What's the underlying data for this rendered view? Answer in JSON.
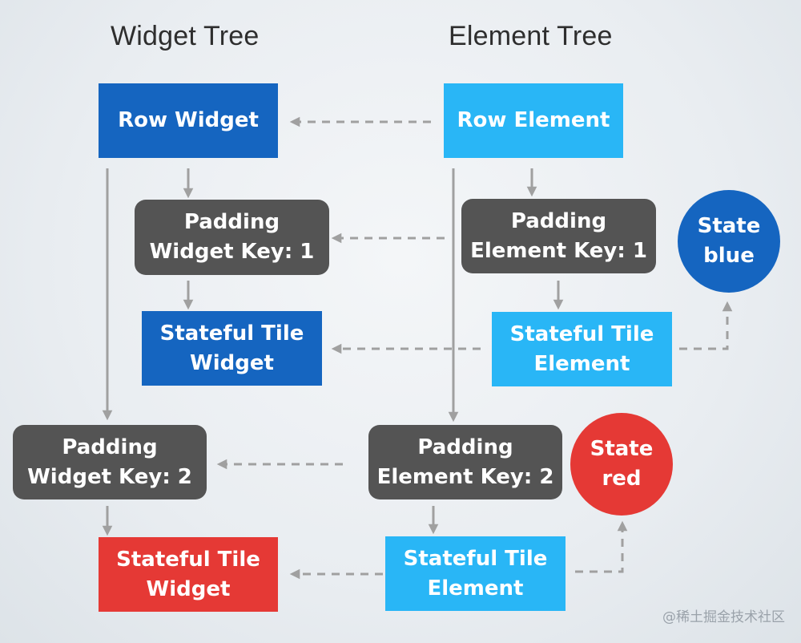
{
  "titles": {
    "widget_tree": "Widget Tree",
    "element_tree": "Element Tree"
  },
  "widgets": {
    "row": "Row Widget",
    "padding1": "Padding\nWidget Key: 1",
    "tile1": "Stateful Tile\nWidget",
    "padding2": "Padding\nWidget Key: 2",
    "tile2": "Stateful Tile\nWidget"
  },
  "elements": {
    "row": "Row Element",
    "padding1": "Padding\nElement Key: 1",
    "tile1": "Stateful Tile\nElement",
    "padding2": "Padding\nElement Key: 2",
    "tile2": "Stateful Tile\nElement"
  },
  "states": {
    "blue": "State\nblue",
    "red": "State\nred"
  },
  "watermark": "@稀土掘金技术社区",
  "colors": {
    "widget_blue": "#1565c0",
    "element_light_blue": "#29b6f6",
    "padding_gray": "#545454",
    "state_red": "#e53935",
    "arrow_gray": "#a0a0a0"
  }
}
